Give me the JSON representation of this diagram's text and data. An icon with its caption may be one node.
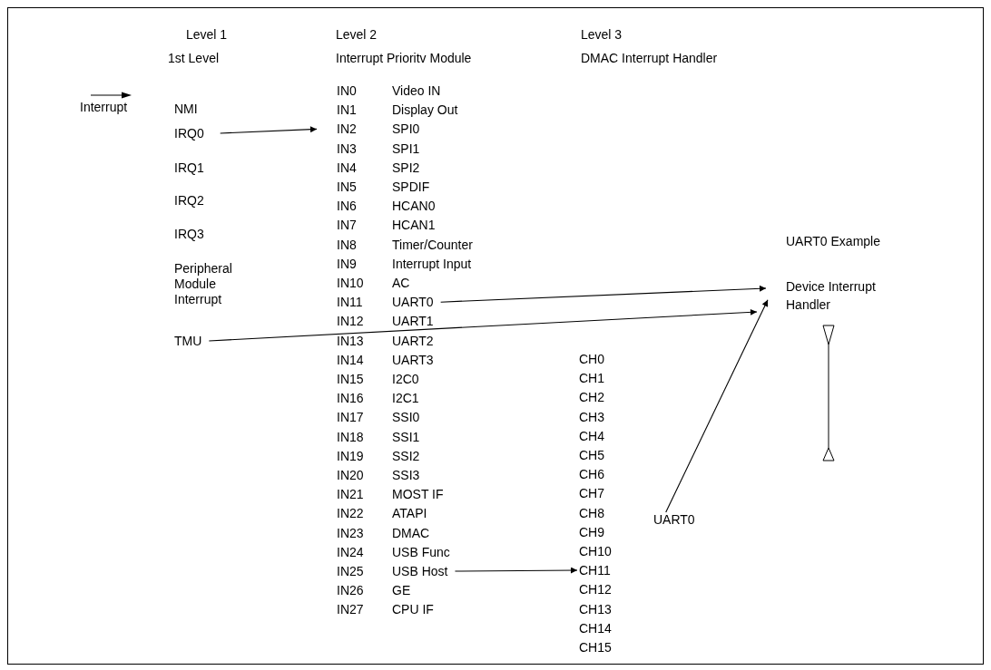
{
  "diagram": {
    "nodes": [
      {
        "text": [
          "IRQ0"
        ]
      },
      {
        "text": [
          "IN2"
        ]
      },
      {
        "text": [
          "UART0"
        ]
      },
      {
        "text": [
          "TMU"
        ]
      },
      {
        "text": [
          "Device Interrupt Handler"
        ]
      },
      {
        "text": [
          "USB Host"
        ]
      },
      {
        "text": [
          "CH11"
        ]
      },
      {
        "text": [
          "UART0"
        ]
      }
    ],
    "edges": [
      {
        "from": 0,
        "to": 1,
        "arrow": "to"
      },
      {
        "from": 2,
        "to": 4,
        "arrow": "to"
      },
      {
        "from": 3,
        "to": 4,
        "arrow": "to"
      },
      {
        "from": 7,
        "to": 4,
        "arrow": "to"
      },
      {
        "from": 5,
        "to": 6,
        "arrow": "to"
      }
    ],
    "labels": [
      "Level 1",
      "1st Level",
      "Level 2",
      "Interrupt Prioritv Module",
      "Level 3",
      "DMAC Interrupt Handler",
      "NMI",
      "IRQ1",
      "IRQ2",
      "IRQ3",
      "Peripheral Module Interrupt",
      "IN0",
      "Video IN",
      "IN1",
      "Display Out",
      "SPI0",
      "IN3",
      "SPI1",
      "IN4",
      "SPI2",
      "IN5",
      "SPDIF",
      "IN6",
      "HCAN0",
      "IN7",
      "HCAN1",
      "IN8",
      "Timer/Counter",
      "IN9",
      "Interrupt Input",
      "IN10",
      "AC",
      "IN11",
      "IN12",
      "UART1",
      "IN13",
      "UART2",
      "IN14",
      "UART3",
      "IN15",
      "I2C0",
      "IN16",
      "I2C1",
      "IN17",
      "SSI0",
      "IN18",
      "SSI1",
      "IN19",
      "SSI2",
      "IN20",
      "SSI3",
      "IN21",
      "MOST IF",
      "IN22",
      "ATAPI",
      "IN23",
      "DMAC",
      "IN24",
      "USB Func",
      "IN25",
      "IN26",
      "GE",
      "IN27",
      "CPU IF",
      "UART0 Example",
      "CH0",
      "CH1",
      "CH2",
      "CH3",
      "CH4",
      "CH5",
      "CH6",
      "CH7",
      "CH8",
      "CH9",
      "CH10",
      "CH12",
      "CH13",
      "CH14",
      "CH15"
    ],
    "legend": [
      {
        "text": "Interrupt"
      }
    ]
  }
}
